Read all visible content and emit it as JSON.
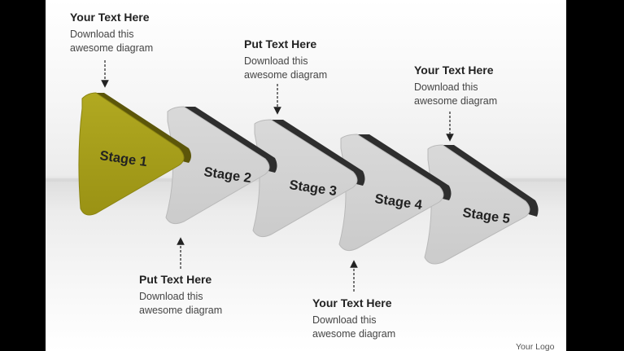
{
  "stages": [
    {
      "label": "Stage 1",
      "color": "#a7a01a"
    },
    {
      "label": "Stage 2",
      "color": "#d3d3d3"
    },
    {
      "label": "Stage 3",
      "color": "#d3d3d3"
    },
    {
      "label": "Stage 4",
      "color": "#d3d3d3"
    },
    {
      "label": "Stage 5",
      "color": "#d3d3d3"
    }
  ],
  "callouts": [
    {
      "title": "Your Text Here",
      "line1": "Download this",
      "line2": "awesome diagram"
    },
    {
      "title": "Put Text Here",
      "line1": "Download this",
      "line2": "awesome diagram"
    },
    {
      "title": "Your Text Here",
      "line1": "Download this",
      "line2": "awesome diagram"
    },
    {
      "title": "Put Text Here",
      "line1": "Download this",
      "line2": "awesome diagram"
    },
    {
      "title": "Your Text Here",
      "line1": "Download this",
      "line2": "awesome diagram"
    }
  ],
  "logo_text": "Your Logo",
  "colors": {
    "highlight": "#a7a01a",
    "neutral": "#d3d3d3",
    "side": "#3a3a3a"
  }
}
